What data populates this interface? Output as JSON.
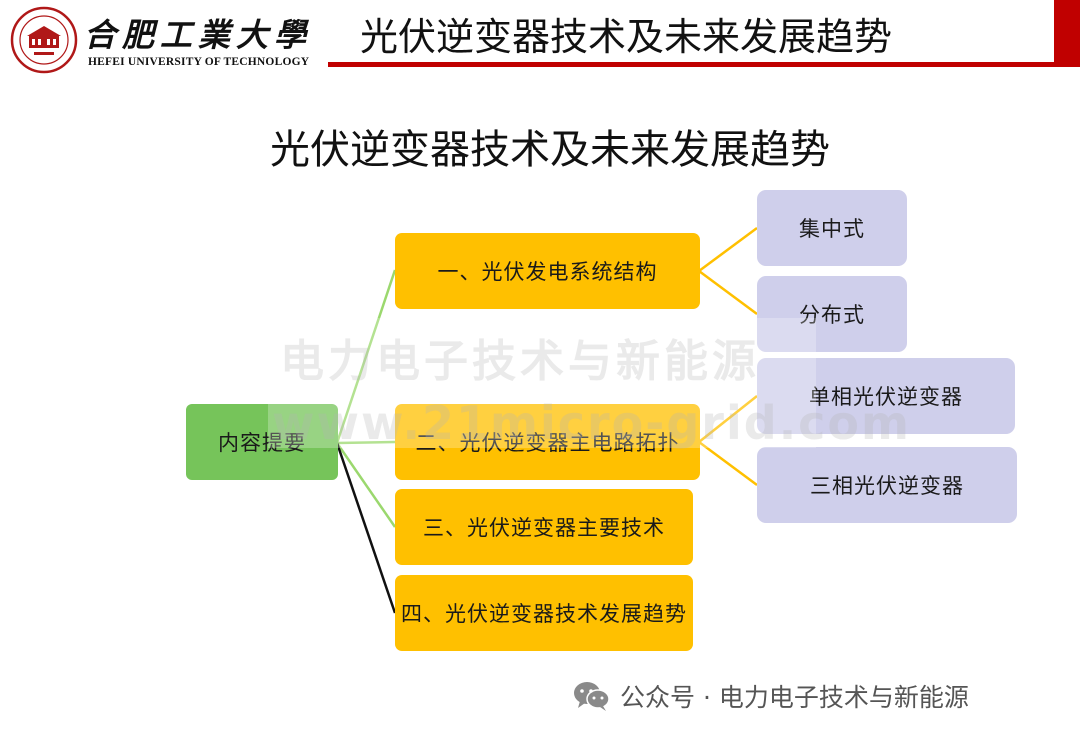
{
  "header": {
    "university_cn": "合肥工業大學",
    "university_en": "HEFEI UNIVERSITY OF TECHNOLOGY",
    "title": "光伏逆变器技术及未来发展趋势",
    "accent_color": "#c00000"
  },
  "slide_title": "光伏逆变器技术及未来发展趋势",
  "diagram": {
    "root": {
      "label": "内容提要",
      "color": "#76c45a"
    },
    "branches": [
      {
        "label": "一、光伏发电系统结构",
        "children": [
          "集中式",
          "分布式"
        ]
      },
      {
        "label": "二、光伏逆变器主电路拓扑",
        "children": [
          "单相光伏逆变器",
          "三相光伏逆变器"
        ]
      },
      {
        "label": "三、光伏逆变器主要技术",
        "children": []
      },
      {
        "label": "四、光伏逆变器技术发展趋势",
        "children": []
      }
    ],
    "colors": {
      "branch": "#ffc000",
      "leaf": "#cfcfeb",
      "line_green": "#9bd86e",
      "line_yellow": "#ffc000",
      "line_black": "#111111"
    }
  },
  "watermark": {
    "line1": "电力电子技术与新能源",
    "line2": "www.21micro-grid.com"
  },
  "footer": {
    "icon": "wechat-icon",
    "text": "公众号 · 电力电子技术与新能源"
  }
}
